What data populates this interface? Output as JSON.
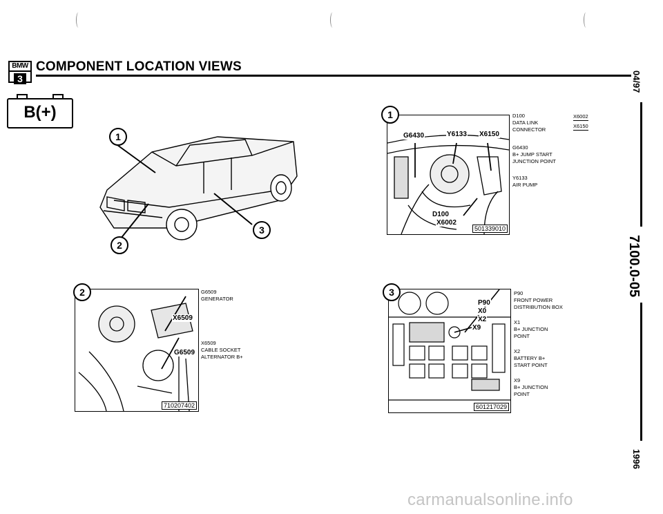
{
  "header": {
    "logo_top": "BMW",
    "logo_num": "3",
    "title": "COMPONENT LOCATION VIEWS",
    "battery_label": "B(+)"
  },
  "margin": {
    "date": "04/97",
    "page": "7100.0-05",
    "year": "1996"
  },
  "figure1": {
    "callout": "1",
    "labels": {
      "g6430": "G6430",
      "y6133": "Y6133",
      "x6150": "X6150",
      "d100": "D100",
      "x6002": "X6002"
    },
    "ref": "501339010",
    "legend": [
      {
        "code": "D100",
        "desc": "DATA LINK\nCONNECTOR"
      },
      {
        "code": "G6430",
        "desc": "B+ JUMP START\nJUNCTION POINT"
      },
      {
        "code": "Y6133",
        "desc": "AIR PUMP"
      }
    ],
    "codes": [
      "X6002",
      "X6150"
    ]
  },
  "car": {
    "callouts": [
      "1",
      "2",
      "3"
    ]
  },
  "figure2": {
    "callout": "2",
    "labels": {
      "x6509": "X6509",
      "g6509": "G6509"
    },
    "ref": "710207402",
    "legend": [
      {
        "code": "G6509",
        "desc": "GENERATOR"
      },
      {
        "code": "X6509",
        "desc": "CABLE SOCKET\nALTERNATOR B+"
      }
    ]
  },
  "figure3": {
    "callout": "3",
    "labels": {
      "p90": "P90",
      "x0": "X0",
      "x2": "X2",
      "x9": "X9"
    },
    "ref": "601217029",
    "legend": [
      {
        "code": "P90",
        "desc": "FRONT POWER\nDISTRIBUTION BOX"
      },
      {
        "code": "X1",
        "desc": "B+ JUNCTION\nPOINT"
      },
      {
        "code": "X2",
        "desc": "BATTERY B+\nSTART POINT"
      },
      {
        "code": "X9",
        "desc": "B+ JUNCTION\nPOINT"
      }
    ]
  },
  "watermark": "carmanualsonline.info"
}
